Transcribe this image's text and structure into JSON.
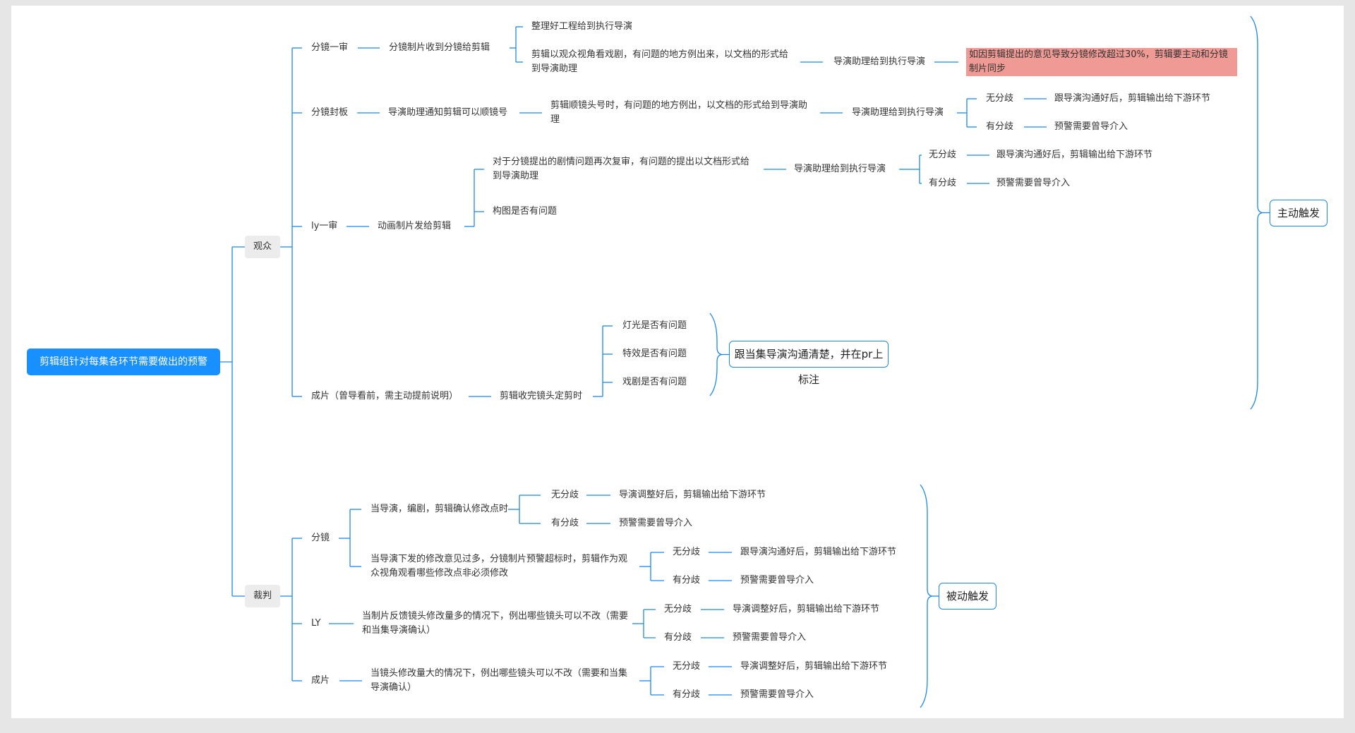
{
  "root": "剪辑组针对每集各环节需要做出的预警",
  "groups": {
    "audience": "观众",
    "judge": "裁判"
  },
  "side_labels": {
    "active": "主动触发",
    "passive": "被动触发"
  },
  "audience": {
    "b1": {
      "label": "分镜一审",
      "n1": "分镜制片收到分镜给剪辑",
      "c1": "整理好工程给到执行导演",
      "c2": "剪辑以观众视角看戏剧，有问题的地方例出来，以文档的形式给到导演助理",
      "c2_next": "导演助理给到执行导演",
      "warning": "如因剪辑提出的意见导致分镜修改超过30%，剪辑要主动和分镜制片同步"
    },
    "b2": {
      "label": "分镜封板",
      "n1": "导演助理通知剪辑可以顺镜号",
      "n2": "剪辑顺镜头号时，有问题的地方例出，以文档的形式给到导演助理",
      "n3": "导演助理给到执行导演",
      "no_div": "无分歧",
      "no_div_action": "跟导演沟通好后，剪辑输出给下游环节",
      "div": "有分歧",
      "div_action": "预警需要曾导介入"
    },
    "b3": {
      "label": "ly一审",
      "n1": "动画制片发给剪辑",
      "c1": "对于分镜提出的剧情问题再次复审，有问题的提出以文档形式给到导演助理",
      "c1_next": "导演助理给到执行导演",
      "no_div": "无分歧",
      "no_div_action": "跟导演沟通好后，剪辑输出给下游环节",
      "div": "有分歧",
      "div_action": "预警需要曾导介入",
      "c2": "构图是否有问题"
    },
    "b4": {
      "label": "成片（曾导看前，需主动提前说明）",
      "n1": "剪辑收完镜头定剪时",
      "items": [
        "灯光是否有问题",
        "特效是否有问题",
        "戏剧是否有问题"
      ],
      "note": "跟当集导演沟通清楚，并在pr上标注"
    }
  },
  "judge": {
    "s1": {
      "label": "分镜",
      "c1": "当导演，编剧，剪辑确认修改点时",
      "c1_no_div": "无分歧",
      "c1_no_div_action": "导演调整好后，剪辑输出给下游环节",
      "c1_div": "有分歧",
      "c1_div_action": "预警需要曾导介入",
      "c2": "当导演下发的修改意见过多，分镜制片预警超标时，剪辑作为观众视角观看哪些修改点非必须修改",
      "c2_no_div": "无分歧",
      "c2_no_div_action": "跟导演沟通好后，剪辑输出给下游环节",
      "c2_div": "有分歧",
      "c2_div_action": "预警需要曾导介入"
    },
    "s2": {
      "label": "LY",
      "c1": "当制片反馈镜头修改量多的情况下，例出哪些镜头可以不改（需要和当集导演确认）",
      "no_div": "无分歧",
      "no_div_action": "导演调整好后，剪辑输出给下游环节",
      "div": "有分歧",
      "div_action": "预警需要曾导介入"
    },
    "s3": {
      "label": "成片",
      "c1": "当镜头修改量大的情况下，例出哪些镜头可以不改（需要和当集导演确认）",
      "no_div": "无分歧",
      "no_div_action": "导演调整好后，剪辑输出给下游环节",
      "div": "有分歧",
      "div_action": "预警需要曾导介入"
    }
  },
  "colors": {
    "line": "#1e88e5",
    "root_fill": "#1890ff",
    "highlight": "#ef9a94",
    "group_fill": "#ececec"
  }
}
